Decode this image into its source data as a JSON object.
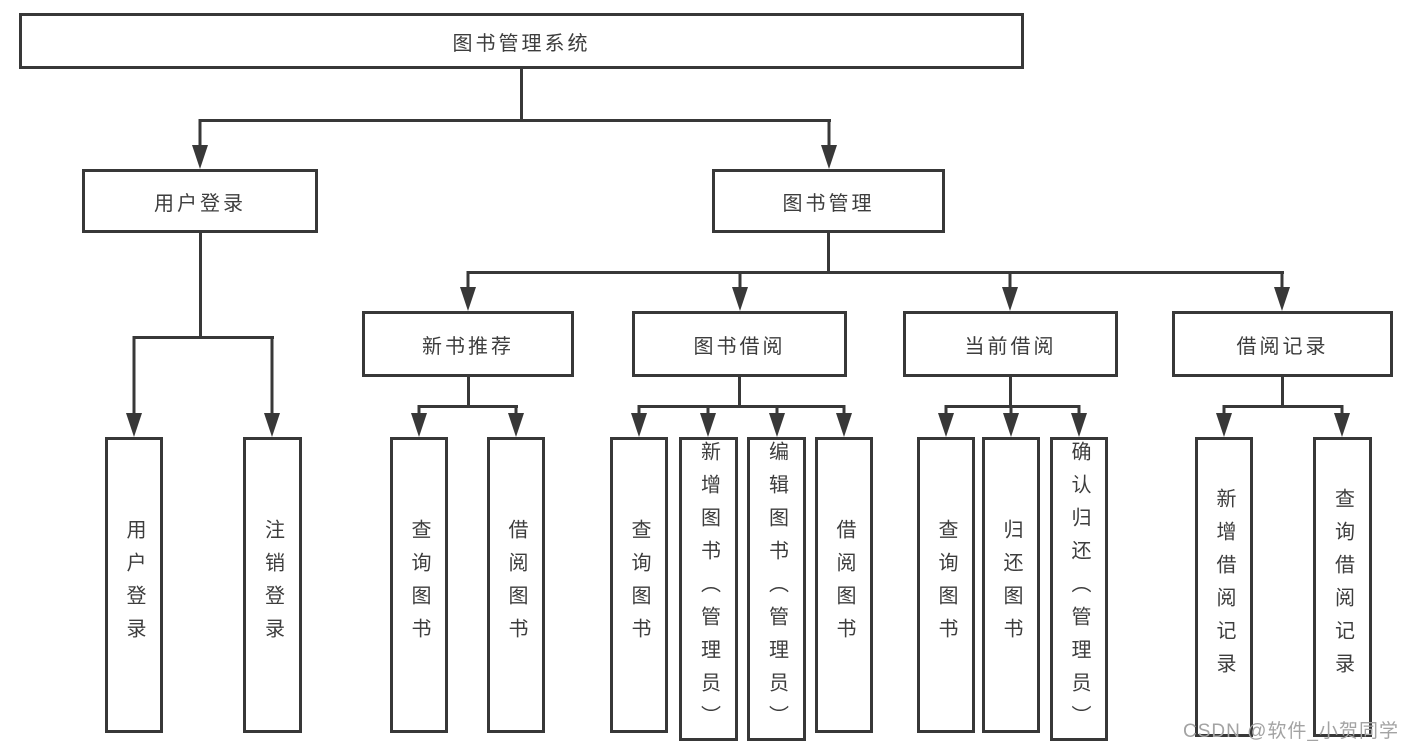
{
  "diagram": {
    "type": "org-tree",
    "root": {
      "label": "图书管理系统",
      "children": [
        {
          "label": "用户登录",
          "children": [
            {
              "label": "用户登录"
            },
            {
              "label": "注销登录"
            }
          ]
        },
        {
          "label": "图书管理",
          "children": [
            {
              "label": "新书推荐",
              "children": [
                {
                  "label": "查询图书"
                },
                {
                  "label": "借阅图书"
                }
              ]
            },
            {
              "label": "图书借阅",
              "children": [
                {
                  "label": "查询图书"
                },
                {
                  "label": "新增图书（管理员）"
                },
                {
                  "label": "编辑图书（管理员）"
                },
                {
                  "label": "借阅图书"
                }
              ]
            },
            {
              "label": "当前借阅",
              "children": [
                {
                  "label": "查询图书"
                },
                {
                  "label": "归还图书"
                },
                {
                  "label": "确认归还（管理员）"
                }
              ]
            },
            {
              "label": "借阅记录",
              "children": [
                {
                  "label": "新增借阅记录"
                },
                {
                  "label": "查询借阅记录"
                }
              ]
            }
          ]
        }
      ]
    }
  },
  "watermark": {
    "text": "CSDN @软件_小贺同学"
  },
  "colors": {
    "line": "#383838",
    "text": "#3d3d3d",
    "watermark": "#a3a3a3",
    "background": "#ffffff"
  }
}
